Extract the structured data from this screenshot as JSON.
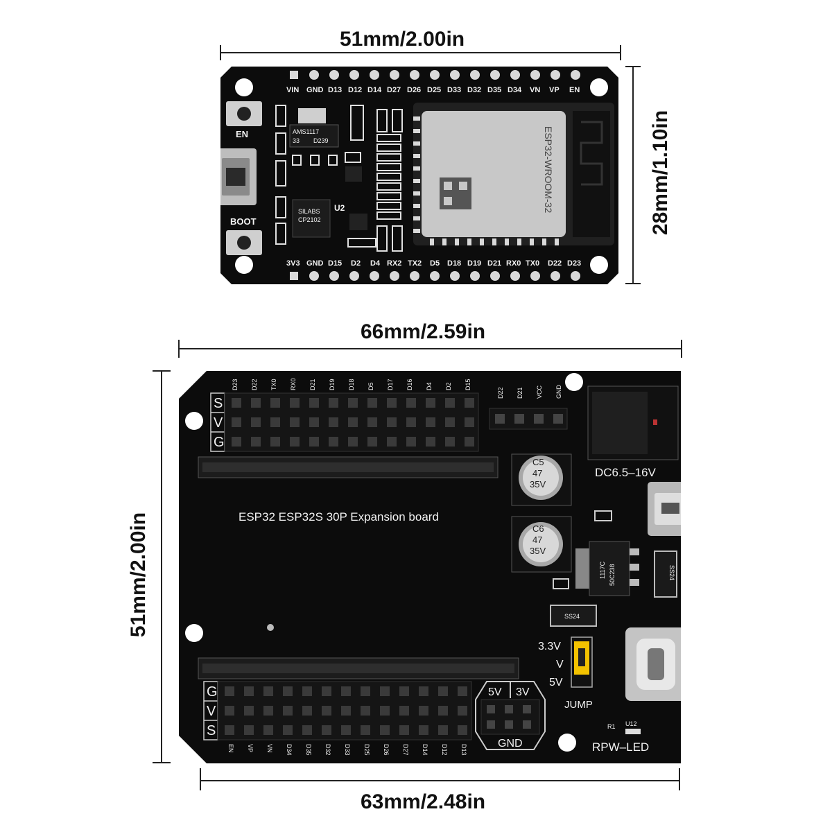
{
  "dimensions": {
    "esp32_width": "51mm/2.00in",
    "esp32_height": "28mm/1.10in",
    "expansion_width_top": "66mm/2.59in",
    "expansion_height": "51mm/2.00in",
    "expansion_width_bottom": "63mm/2.48in"
  },
  "esp32_board": {
    "top_pins": [
      "VIN",
      "GND",
      "D13",
      "D12",
      "D14",
      "D27",
      "D26",
      "D25",
      "D33",
      "D32",
      "D35",
      "D34",
      "VN",
      "VP",
      "EN"
    ],
    "bottom_pins": [
      "3V3",
      "GND",
      "D15",
      "D2",
      "D4",
      "RX2",
      "TX2",
      "D5",
      "D18",
      "D19",
      "D21",
      "RX0",
      "TX0",
      "D22",
      "D23"
    ],
    "button_en": "EN",
    "button_boot": "BOOT",
    "regulator": "AMS1117",
    "regulator_sub": "33",
    "regulator_code": "D239",
    "module_name": "ESP32-WROOM-32",
    "usb_chip_label": "U2",
    "usb_chip": "SILABS",
    "usb_chip_model": "CP2102"
  },
  "expansion_board": {
    "title": "ESP32 ESP32S 30P Expansion board",
    "top_row_letters": [
      "S",
      "V",
      "G"
    ],
    "bottom_row_letters": [
      "G",
      "V",
      "S"
    ],
    "top_pins": [
      "D23",
      "D22",
      "TX0",
      "RX0",
      "D21",
      "D19",
      "D18",
      "D5",
      "D17",
      "D16",
      "D4",
      "D2",
      "D15"
    ],
    "side_pins": [
      "D22",
      "D21",
      "VCC",
      "GND"
    ],
    "bottom_pins": [
      "EN",
      "VP",
      "VN",
      "D34",
      "D35",
      "D32",
      "D33",
      "D25",
      "D26",
      "D27",
      "D14",
      "D12",
      "D13"
    ],
    "cap1": [
      "C5",
      "47",
      "35V"
    ],
    "cap2": [
      "C6",
      "47",
      "35V"
    ],
    "dc_label": "DC6.5–16V",
    "regulator": "1117C",
    "regulator_code": "50C238",
    "diode1": "SS24",
    "diode2": "SS24",
    "jumper_3v3": "3.3V",
    "jumper_v": "V",
    "jumper_5v": "5V",
    "jump_label": "JUMP",
    "header_5v": "5V",
    "header_3v": "3V",
    "header_gnd": "GND",
    "r1": "R1",
    "u12": "U12",
    "led_label": "RPW–LED"
  }
}
